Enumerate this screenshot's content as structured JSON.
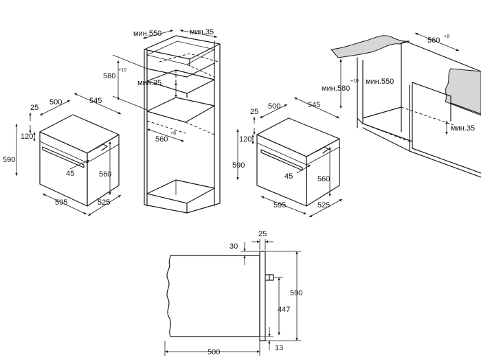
{
  "oven_front_1": {
    "trim_top": "25",
    "depth": "500",
    "depth_total": "545",
    "door_top": "120",
    "height": "590",
    "handle_offset": "45",
    "inner_height": "560",
    "width": "595",
    "side_depth": "525"
  },
  "tall_cabinet": {
    "min_width": "мин.550",
    "min_depth": "мин.35",
    "niche_height": "580",
    "niche_height_tol": "+10",
    "vent_min": "мин.35",
    "niche_width": "560",
    "niche_width_tol": "+8"
  },
  "oven_front_2": {
    "trim_top": "25",
    "depth": "500",
    "depth_total": "545",
    "door_top": "120",
    "height": "590",
    "handle_offset": "45",
    "inner_height": "560",
    "width": "595",
    "side_depth": "525"
  },
  "undercounter": {
    "niche_width": "560",
    "niche_width_tol": "+8",
    "min_height": "мин.580",
    "min_height_tol": "+10",
    "min_width": "мин.550",
    "min_gap": "мин.35"
  },
  "side_view": {
    "front_depth": "25",
    "top_gap": "30",
    "height": "590",
    "handle_height": "447",
    "depth": "500",
    "bottom_gap": "13"
  }
}
